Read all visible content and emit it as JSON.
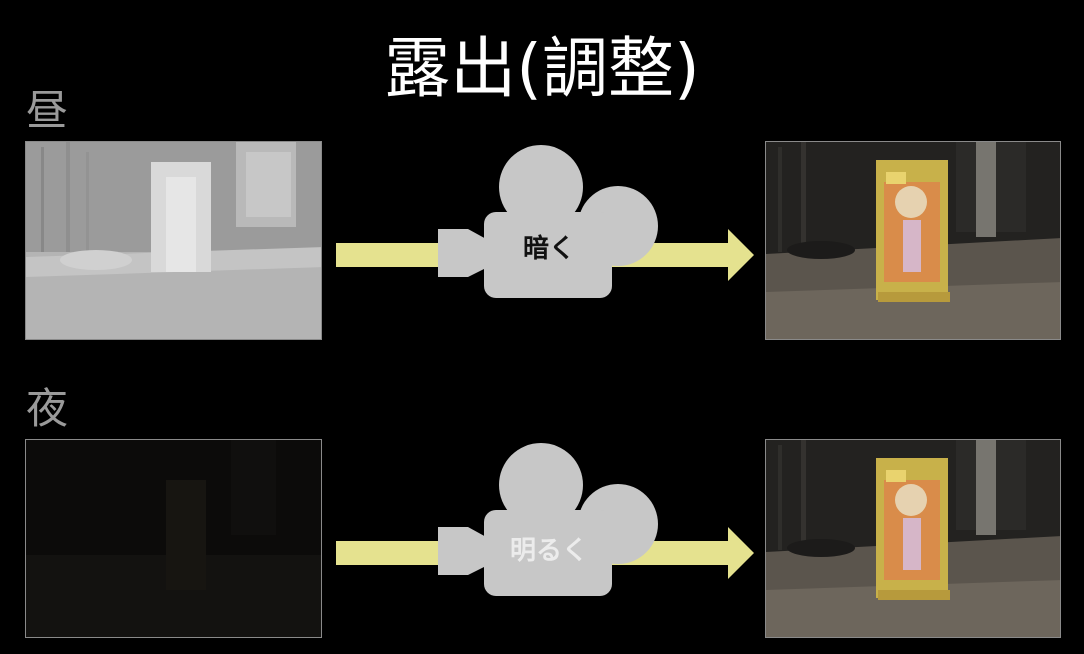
{
  "title": "露出(調整)",
  "rows": [
    {
      "label": "昼",
      "input_image": "overexposed-scene",
      "action": "暗く",
      "output_image": "corrected-scene"
    },
    {
      "label": "夜",
      "input_image": "underexposed-scene",
      "action": "明るく",
      "output_image": "corrected-scene"
    }
  ],
  "colors": {
    "arrow": "#e5e28f",
    "camera": "#c7c7c7",
    "label_day": "#111111",
    "label_night": "#ececec",
    "row_label": "#9a9a9a"
  }
}
